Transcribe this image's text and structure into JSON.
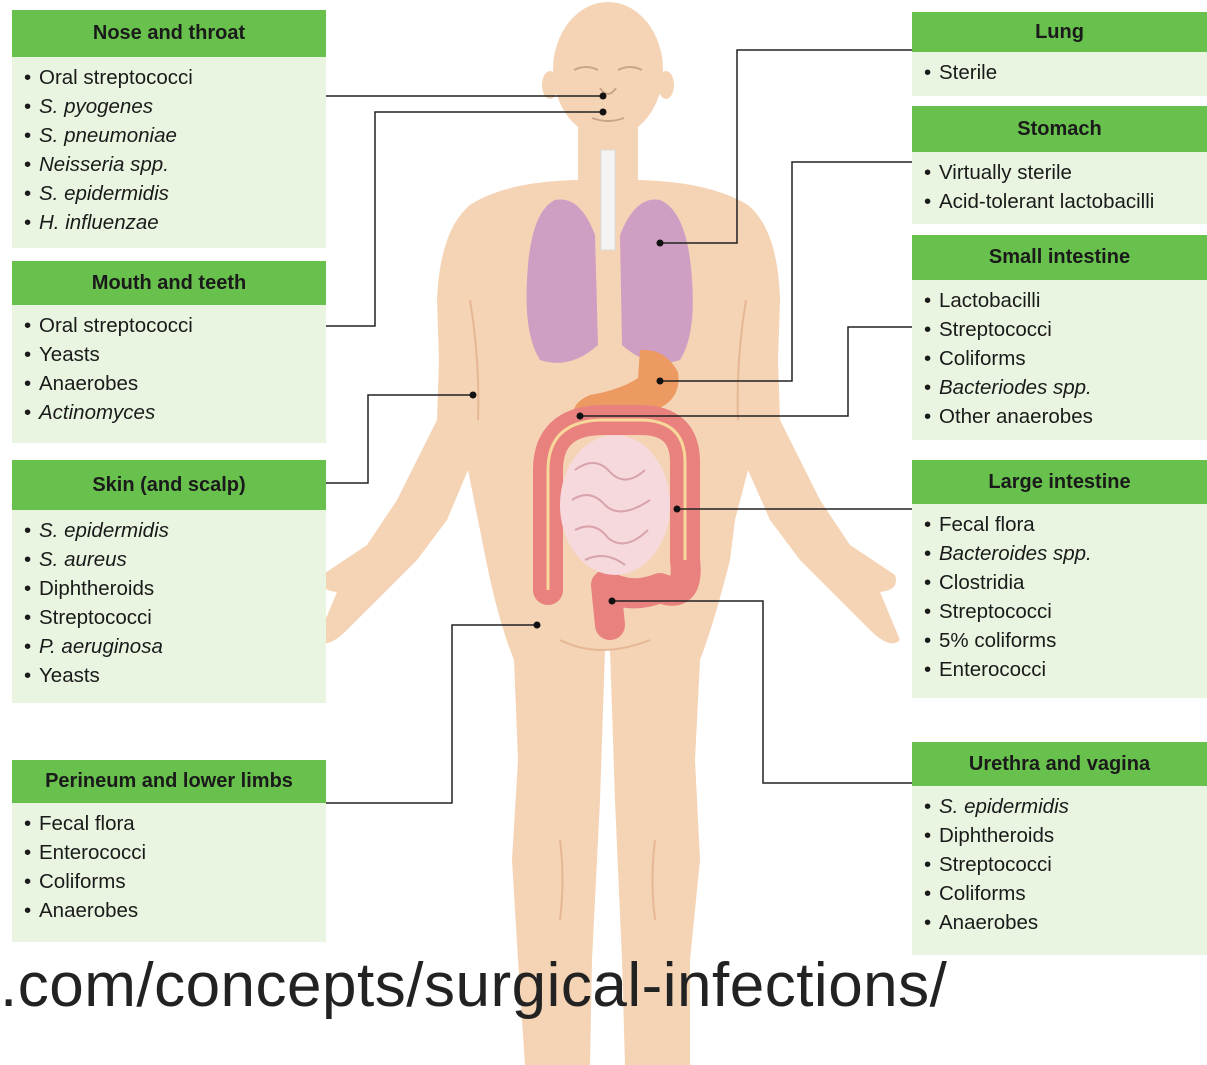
{
  "colors": {
    "header_green": "#68c04d",
    "box_bg": "#e9f5e1",
    "skin": "#f5d3b5",
    "lungs": "#cf9ec3",
    "stomach": "#ec9a62",
    "intestine_large": "#e9817e",
    "intestine_small": "#f6d9dc"
  },
  "boxes": {
    "nose": {
      "title": "Nose and throat",
      "items": [
        "Oral streptococci",
        "S. pyogenes",
        "S. pneumoniae",
        "Neisseria spp.",
        "S. epidermidis",
        "H. influenzae"
      ]
    },
    "mouth": {
      "title": "Mouth and teeth",
      "items": [
        "Oral streptococci",
        "Yeasts",
        "Anaerobes",
        "Actinomyces"
      ]
    },
    "skin": {
      "title": "Skin (and scalp)",
      "items": [
        "S. epidermidis",
        "S. aureus",
        "Diphtheroids",
        "Streptococci",
        "P. aeruginosa",
        "Yeasts"
      ]
    },
    "perineum": {
      "title": "Perineum and lower limbs",
      "items": [
        "Fecal flora",
        "Enterococci",
        "Coliforms",
        "Anaerobes"
      ]
    },
    "lung": {
      "title": "Lung",
      "items": [
        "Sterile"
      ]
    },
    "stomach": {
      "title": "Stomach",
      "items": [
        "Virtually sterile",
        "Acid-tolerant lactobacilli"
      ]
    },
    "small_intestine": {
      "title": "Small intestine",
      "items": [
        "Lactobacilli",
        "Streptococci",
        "Coliforms",
        "Bacteriodes spp.",
        "Other anaerobes"
      ]
    },
    "large_intestine": {
      "title": "Large intestine",
      "items": [
        "Fecal flora",
        "Bacteroides spp.",
        "Clostridia",
        "Streptococci",
        "5% coliforms",
        "Enterococci"
      ]
    },
    "urethra": {
      "title": "Urethra and vagina",
      "items": [
        "S. epidermidis",
        "Diphtheroids",
        "Streptococci",
        "Coliforms",
        "Anaerobes"
      ]
    }
  },
  "source_url": ".com/concepts/surgical-infections/"
}
